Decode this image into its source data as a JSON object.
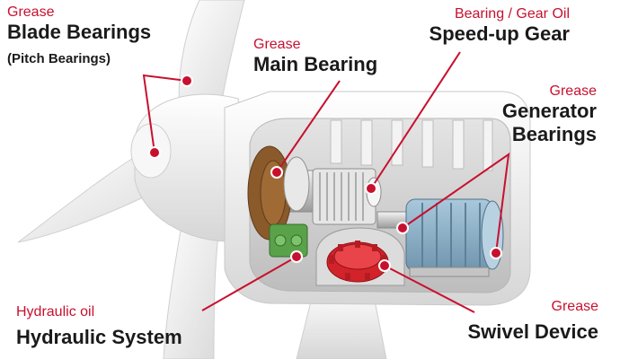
{
  "callouts": {
    "blade_bearings": {
      "type": "Grease",
      "name": "Blade Bearings",
      "detail": "(Pitch Bearings)"
    },
    "main_bearing": {
      "type": "Grease",
      "name": "Main Bearing"
    },
    "speedup_gear": {
      "type": "Bearing / Gear Oil",
      "name": "Speed-up Gear"
    },
    "generator_bearings": {
      "type": "Grease",
      "name_line1": "Generator",
      "name_line2": "Bearings"
    },
    "hydraulic_system": {
      "type": "Hydraulic oil",
      "name": "Hydraulic System"
    },
    "swivel_device": {
      "type": "Grease",
      "name": "Swivel Device"
    }
  },
  "colors": {
    "accent": "#c8102e",
    "text": "#1a1a1a",
    "nacelle": "#f2f2f2",
    "generator": "#8fb4cc",
    "hydraulic": "#5aa24a",
    "swivel_gear": "#d2232a",
    "brake_disc": "#8a5a2b"
  }
}
